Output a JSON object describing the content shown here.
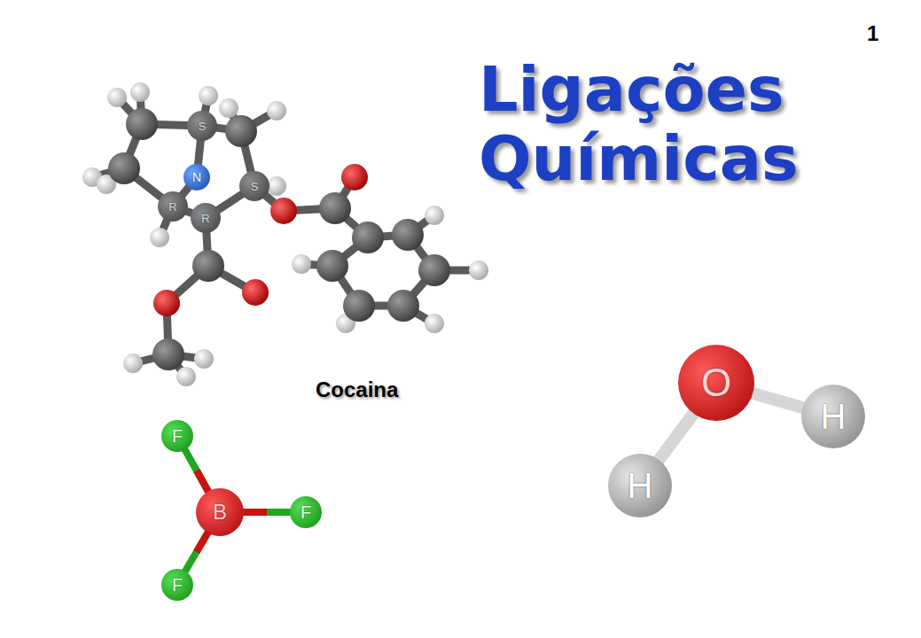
{
  "diagram": {
    "title": "Ligações Químicas",
    "nodes": [
      {
        "text": [
          "S"
        ]
      },
      {
        "text": [
          "N"
        ]
      },
      {
        "text": [
          "S"
        ]
      },
      {
        "text": [
          "R"
        ]
      },
      {
        "text": [
          "R"
        ]
      },
      {
        "text": [
          "F"
        ]
      },
      {
        "text": [
          "B"
        ]
      },
      {
        "text": [
          "F"
        ]
      },
      {
        "text": [
          "F"
        ]
      },
      {
        "text": [
          "O"
        ]
      },
      {
        "text": [
          "H"
        ]
      },
      {
        "text": [
          "H"
        ]
      }
    ],
    "edges": [
      {
        "from": 6,
        "to": 5,
        "arrow": "none"
      },
      {
        "from": 6,
        "to": 7,
        "arrow": "none"
      },
      {
        "from": 6,
        "to": 8,
        "arrow": "none"
      },
      {
        "from": 9,
        "to": 10,
        "arrow": "none"
      },
      {
        "from": 9,
        "to": 11,
        "arrow": "none"
      }
    ],
    "labels": [
      "1",
      "Cocaina"
    ]
  }
}
